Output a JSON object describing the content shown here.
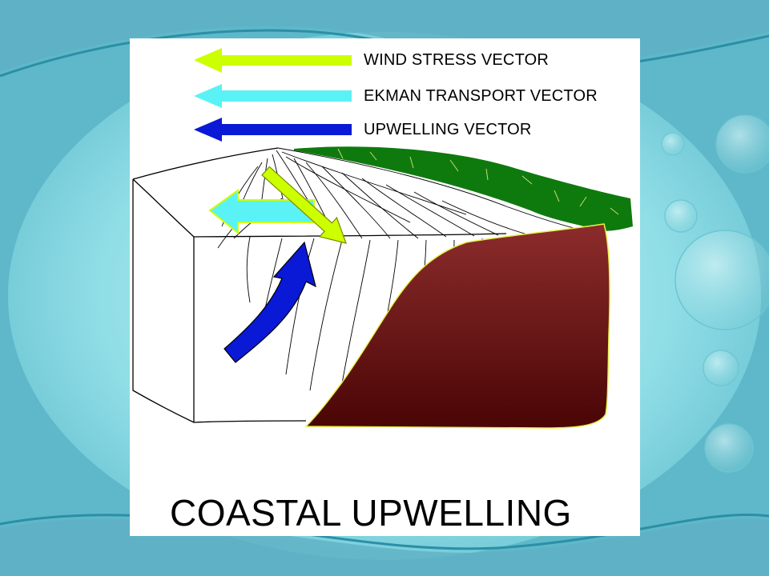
{
  "slide": {
    "title": "COASTAL UPWELLING"
  },
  "legend": {
    "items": [
      {
        "label": "WIND STRESS VECTOR",
        "color": "#ccff00"
      },
      {
        "label": "EKMAN TRANSPORT VECTOR",
        "color": "#5af2f4"
      },
      {
        "label": "UPWELLING VECTOR",
        "color": "#0a19d6"
      }
    ]
  },
  "colors": {
    "background_light": "#9be6ec",
    "background_teal": "#4fb6c8",
    "land_green": "#0e7a0e",
    "shelf_dark": "#4a0505",
    "shelf_light": "#8c2c2c"
  }
}
